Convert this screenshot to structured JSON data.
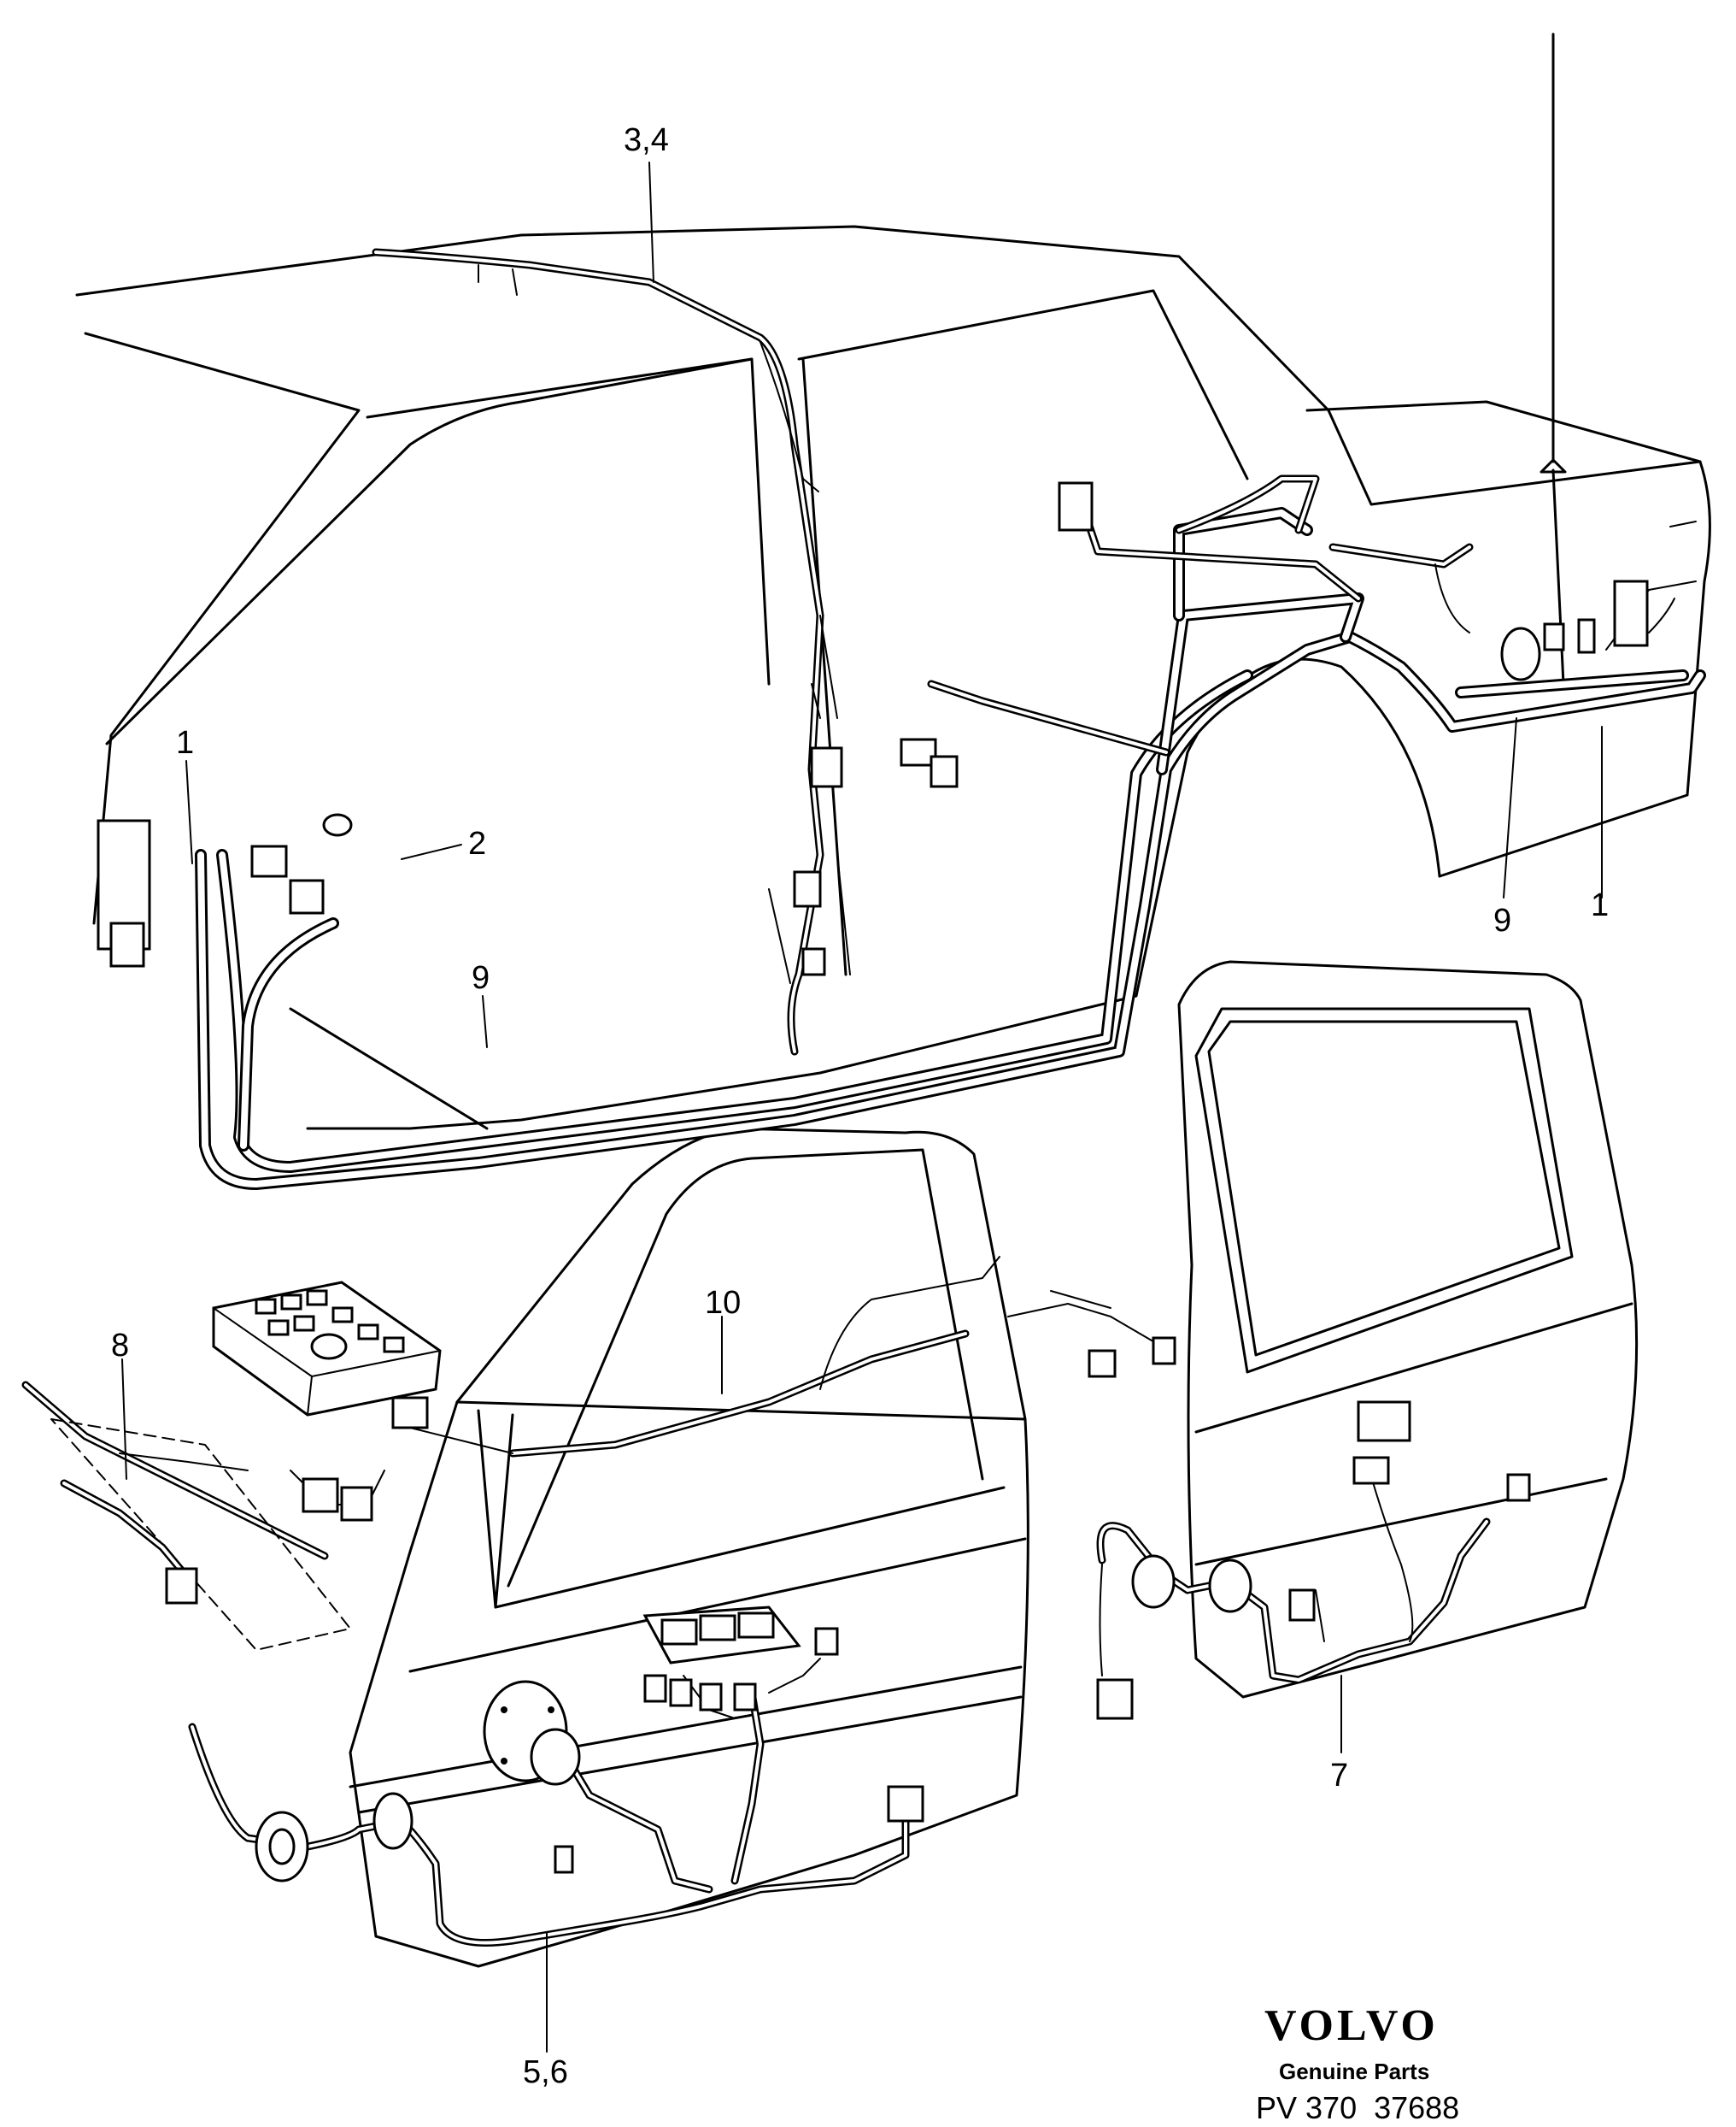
{
  "callouts": [
    {
      "id": "c34",
      "text": "3,4"
    },
    {
      "id": "c1a",
      "text": "1"
    },
    {
      "id": "c2",
      "text": "2"
    },
    {
      "id": "c9a",
      "text": "9"
    },
    {
      "id": "c9b",
      "text": "9"
    },
    {
      "id": "c1b",
      "text": "1"
    },
    {
      "id": "c10",
      "text": "10"
    },
    {
      "id": "c8",
      "text": "8"
    },
    {
      "id": "c7",
      "text": "7"
    },
    {
      "id": "c56",
      "text": "5,6"
    }
  ],
  "logo": {
    "brand": "VOLVO",
    "tagline": "Genuine Parts"
  },
  "diagram_code": "PV 370  37688"
}
